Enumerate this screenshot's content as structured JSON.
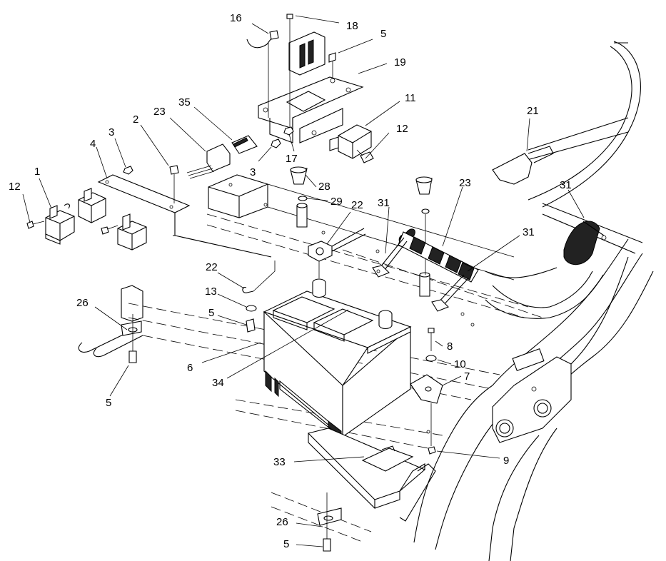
{
  "callouts": [
    {
      "id": "c1",
      "text": "1"
    },
    {
      "id": "c2",
      "text": "2"
    },
    {
      "id": "c3a",
      "text": "3"
    },
    {
      "id": "c3b",
      "text": "3"
    },
    {
      "id": "c4",
      "text": "4"
    },
    {
      "id": "c5a",
      "text": "5"
    },
    {
      "id": "c5b",
      "text": "5"
    },
    {
      "id": "c5c",
      "text": "5"
    },
    {
      "id": "c5d",
      "text": "5"
    },
    {
      "id": "c6",
      "text": "6"
    },
    {
      "id": "c7",
      "text": "7"
    },
    {
      "id": "c8",
      "text": "8"
    },
    {
      "id": "c9",
      "text": "9"
    },
    {
      "id": "c10",
      "text": "10"
    },
    {
      "id": "c11",
      "text": "11"
    },
    {
      "id": "c12a",
      "text": "12"
    },
    {
      "id": "c12b",
      "text": "12"
    },
    {
      "id": "c13",
      "text": "13"
    },
    {
      "id": "c16",
      "text": "16"
    },
    {
      "id": "c17",
      "text": "17"
    },
    {
      "id": "c18",
      "text": "18"
    },
    {
      "id": "c19",
      "text": "19"
    },
    {
      "id": "c21",
      "text": "21"
    },
    {
      "id": "c22a",
      "text": "22"
    },
    {
      "id": "c22b",
      "text": "22"
    },
    {
      "id": "c23a",
      "text": "23"
    },
    {
      "id": "c23b",
      "text": "23"
    },
    {
      "id": "c26a",
      "text": "26"
    },
    {
      "id": "c26b",
      "text": "26"
    },
    {
      "id": "c28",
      "text": "28"
    },
    {
      "id": "c29",
      "text": "29"
    },
    {
      "id": "c31a",
      "text": "31"
    },
    {
      "id": "c31b",
      "text": "31"
    },
    {
      "id": "c31c",
      "text": "31"
    },
    {
      "id": "c33",
      "text": "33"
    },
    {
      "id": "c34",
      "text": "34"
    },
    {
      "id": "c35",
      "text": "35"
    }
  ]
}
